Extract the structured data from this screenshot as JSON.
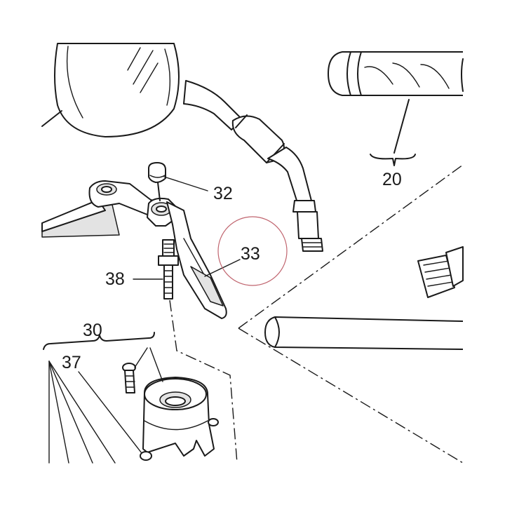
{
  "diagram": {
    "labels": {
      "grip": "20",
      "lever_nut": "32",
      "clutch_lever": "33",
      "pivot_bolt": "38",
      "switch_group": "30",
      "switch_screw": "37"
    },
    "highlight_color": "#c0646e",
    "line_color": "#1a1a1a"
  }
}
